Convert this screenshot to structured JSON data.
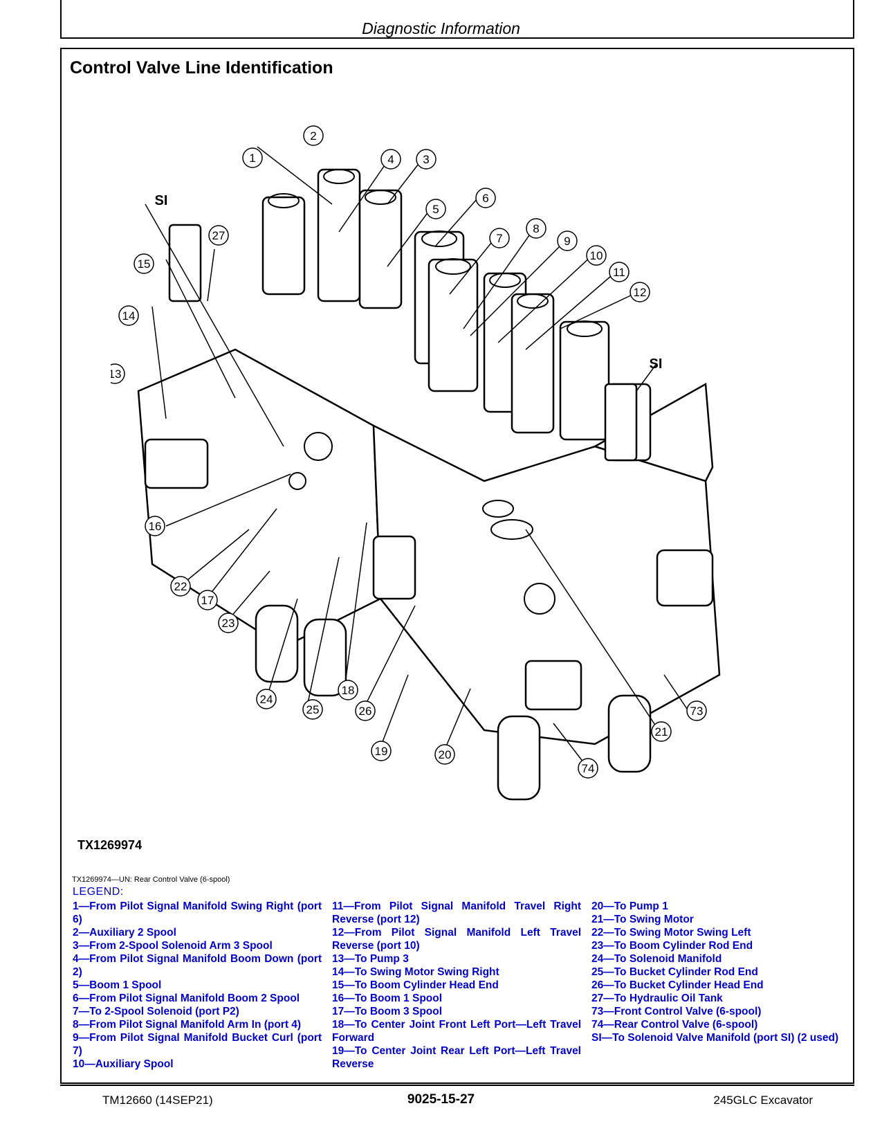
{
  "header": {
    "title": "Diagnostic Information"
  },
  "section": {
    "title": "Control Valve Line Identification"
  },
  "figure": {
    "id": "TX1269974",
    "caption": "TX1269974—UN: Rear Control Valve (6-spool)",
    "callouts": [
      "1",
      "2",
      "3",
      "4",
      "5",
      "6",
      "7",
      "8",
      "9",
      "10",
      "11",
      "12",
      "13",
      "14",
      "15",
      "16",
      "17",
      "18",
      "19",
      "20",
      "21",
      "22",
      "23",
      "24",
      "25",
      "26",
      "27",
      "73",
      "74"
    ],
    "text_labels": [
      "SI",
      "SI"
    ]
  },
  "legend": {
    "title": "LEGEND:",
    "columns": [
      [
        "1—From Pilot Signal Manifold Swing Right (port 6)",
        "2—Auxiliary 2 Spool",
        "3—From 2-Spool Solenoid Arm 3 Spool",
        "4—From Pilot Signal Manifold Boom Down (port 2)",
        "5—Boom 1 Spool",
        "6—From Pilot Signal Manifold Boom 2 Spool",
        "7—To 2-Spool Solenoid (port P2)",
        "8—From Pilot Signal Manifold Arm In (port 4)",
        "9—From Pilot Signal Manifold Bucket Curl (port 7)",
        "10—Auxiliary Spool"
      ],
      [
        "11—From Pilot Signal Manifold Travel Right Reverse (port 12)",
        "12—From Pilot Signal Manifold Left Travel Reverse (port 10)",
        "13—To Pump 3",
        "14—To Swing Motor Swing Right",
        "15—To Boom Cylinder Head End",
        "16—To Boom 1 Spool",
        "17—To Boom 3 Spool",
        "18—To Center Joint Front Left Port—Left Travel Forward",
        "19—To Center Joint Rear Left Port—Left Travel Reverse"
      ],
      [
        "20—To Pump 1",
        "21—To Swing Motor",
        "22—To Swing Motor Swing Left",
        "23—To Boom Cylinder Rod End",
        "24—To Solenoid Manifold",
        "25—To Bucket Cylinder Rod End",
        "26—To Bucket Cylinder Head End",
        "27—To Hydraulic Oil Tank",
        "73—Front Control Valve (6-spool)",
        "74—Rear Control Valve (6-spool)",
        "SI—To Solenoid Valve Manifold (port SI) (2 used)"
      ]
    ]
  },
  "footer": {
    "left": "TM12660 (14SEP21)",
    "center": "9025-15-27",
    "right": "245GLC Excavator"
  }
}
